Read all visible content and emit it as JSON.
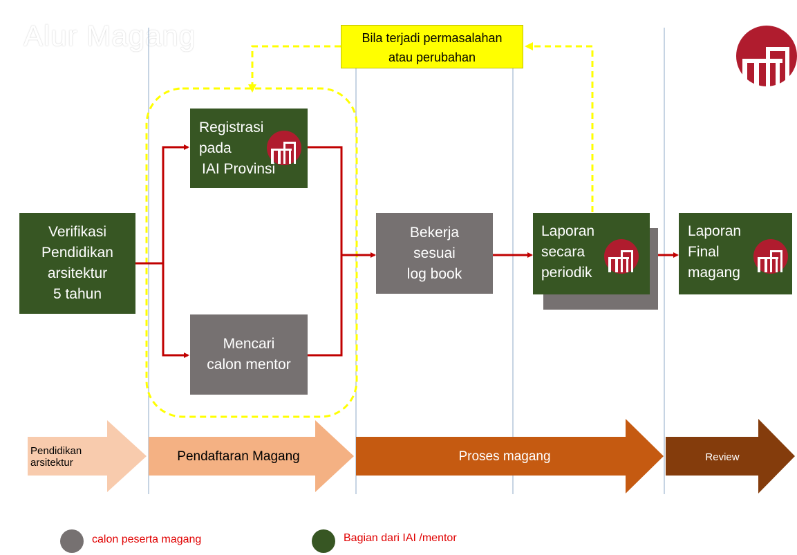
{
  "title": "Alur Magang",
  "note": {
    "line1": "Bila terjadi permasalahan",
    "line2": "atau perubahan"
  },
  "boxes": {
    "verifikasi": [
      "Verifikasi",
      "Pendidikan",
      "arsitektur",
      "5 tahun"
    ],
    "registrasi": [
      "Registrasi",
      "pada",
      "IAI Provinsi"
    ],
    "mentor": [
      "Mencari",
      "calon mentor"
    ],
    "bekerja": [
      "Bekerja",
      "sesuai",
      "log book"
    ],
    "laporan_periodik": [
      "Laporan",
      "secara",
      "periodik"
    ],
    "laporan_final": [
      "Laporan",
      "Final",
      "magang"
    ]
  },
  "phases": {
    "pendidikan": [
      "Pendidikan",
      "arsitektur"
    ],
    "pendaftaran": "Pendaftaran Magang",
    "proses": "Proses magang",
    "review": "Review"
  },
  "legend": [
    {
      "label": "calon peserta magang",
      "color": "#767171"
    },
    {
      "label": "Bagian dari IAI /mentor",
      "color": "#375623"
    }
  ],
  "colors": {
    "green": "#375623",
    "gray": "#767171",
    "arrow_red": "#c00000",
    "yellow": "#ffff00",
    "logo_red": "#b01c2e",
    "phase1": "#f8cbad",
    "phase2": "#f4b183",
    "phase3": "#c55a11",
    "phase4": "#843c0c"
  },
  "icons": {
    "logo": "iai-logo-icon"
  }
}
